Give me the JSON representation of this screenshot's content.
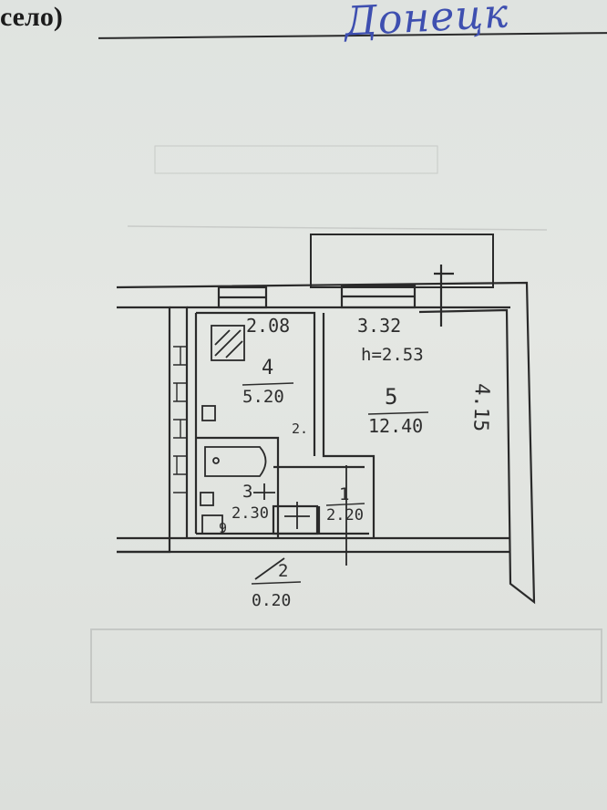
{
  "header": {
    "label": "село)",
    "city": "Донецк"
  },
  "plan": {
    "dims": {
      "kitchen_width": "2.08",
      "room_width": "3.32",
      "height": "h=2.53",
      "room_length": "4.15"
    },
    "rooms": [
      {
        "number": "4",
        "area": "5.20"
      },
      {
        "number": "5",
        "area": "12.40"
      },
      {
        "number": "3",
        "area": "2.30"
      },
      {
        "number": "1",
        "area": "2.20"
      },
      {
        "number": "2",
        "area": "0.20"
      }
    ],
    "misc_marks": {
      "kitchen_mark": "2.",
      "bath_mark": "9"
    }
  }
}
